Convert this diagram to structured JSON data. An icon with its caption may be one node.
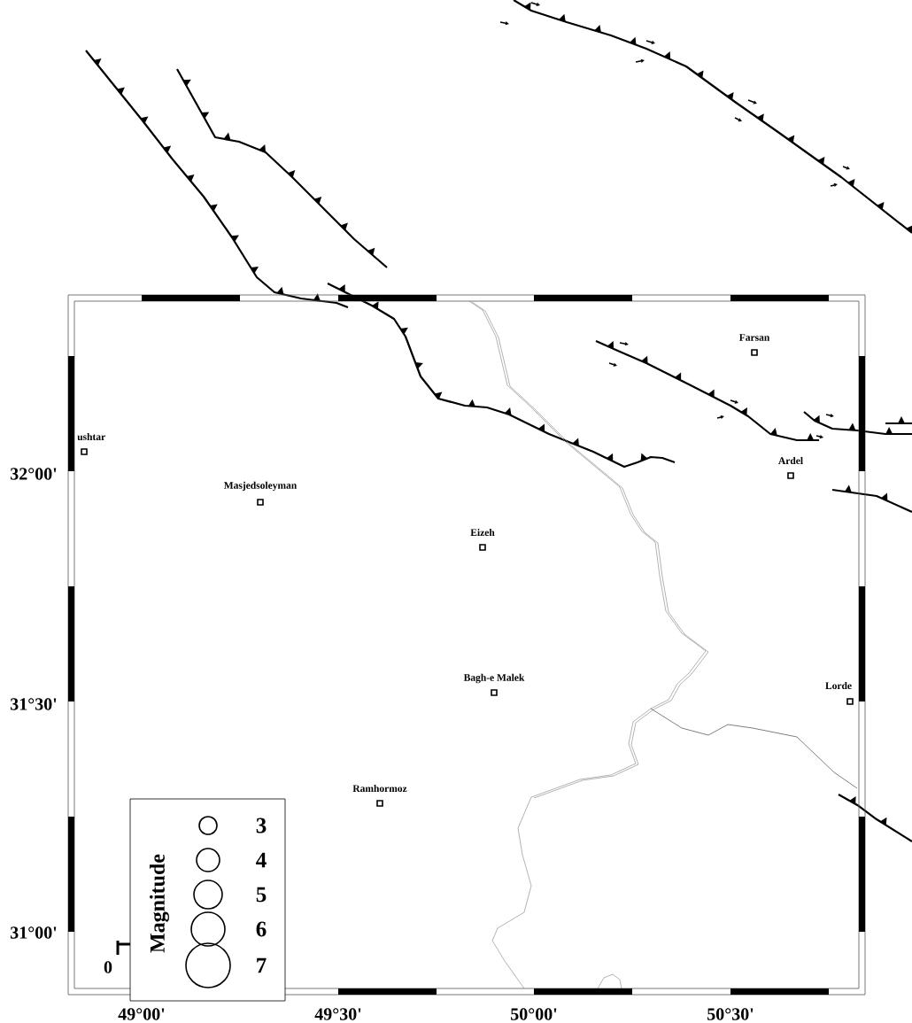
{
  "diagram": {
    "labels": [
      "Farsan",
      "ushtar",
      "32°00'",
      "Ardel",
      "Masjedsoleyman",
      "Eizeh",
      "Bagh-e Malek",
      "Lorde",
      "31°30'",
      "Ramhormoz",
      "Magnitude",
      "31°00'",
      "0",
      "49°00'",
      "49°30'",
      "50°00'",
      "50°30'"
    ],
    "legend": [
      {
        "text": "3"
      },
      {
        "text": "4"
      },
      {
        "text": "5"
      },
      {
        "text": "6"
      },
      {
        "text": "7"
      }
    ]
  }
}
